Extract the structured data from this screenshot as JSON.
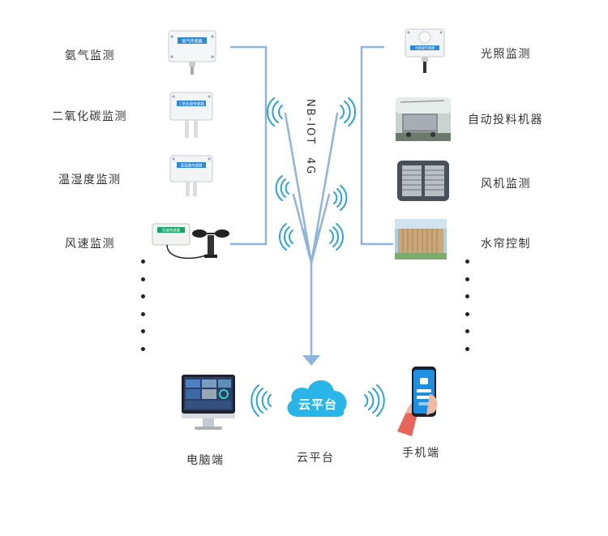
{
  "network_label_1": "NB-IOT",
  "network_label_2": "4G",
  "left_sensors": [
    {
      "label": "氨气监测",
      "icon": "ammonia-sensor-icon",
      "tag": "氨气传感器"
    },
    {
      "label": "二氧化碳监测",
      "icon": "co2-sensor-icon",
      "tag": "二氧化碳传感器"
    },
    {
      "label": "温湿度监测",
      "icon": "temp-humidity-sensor-icon",
      "tag": "温湿度传感器"
    },
    {
      "label": "风速监测",
      "icon": "anemometer-icon",
      "tag": "风速传感器"
    }
  ],
  "right_devices": [
    {
      "label": "光照监测",
      "icon": "light-sensor-icon",
      "tag": "光照度传感器"
    },
    {
      "label": "自动投料机器",
      "icon": "feeder-machine-icon"
    },
    {
      "label": "风机监测",
      "icon": "fan-icon"
    },
    {
      "label": "水帘控制",
      "icon": "water-curtain-icon"
    }
  ],
  "cloud": {
    "inner_label": "云平台",
    "caption": "云平台"
  },
  "pc": {
    "caption": "电脑端"
  },
  "phone": {
    "caption": "手机端"
  },
  "colors": {
    "wire": "#8fb4de",
    "cloud": "#29b5e8",
    "signal": "#27a3e0",
    "sensor_tag": "#19a36a",
    "phone": "#1e8fe0"
  }
}
